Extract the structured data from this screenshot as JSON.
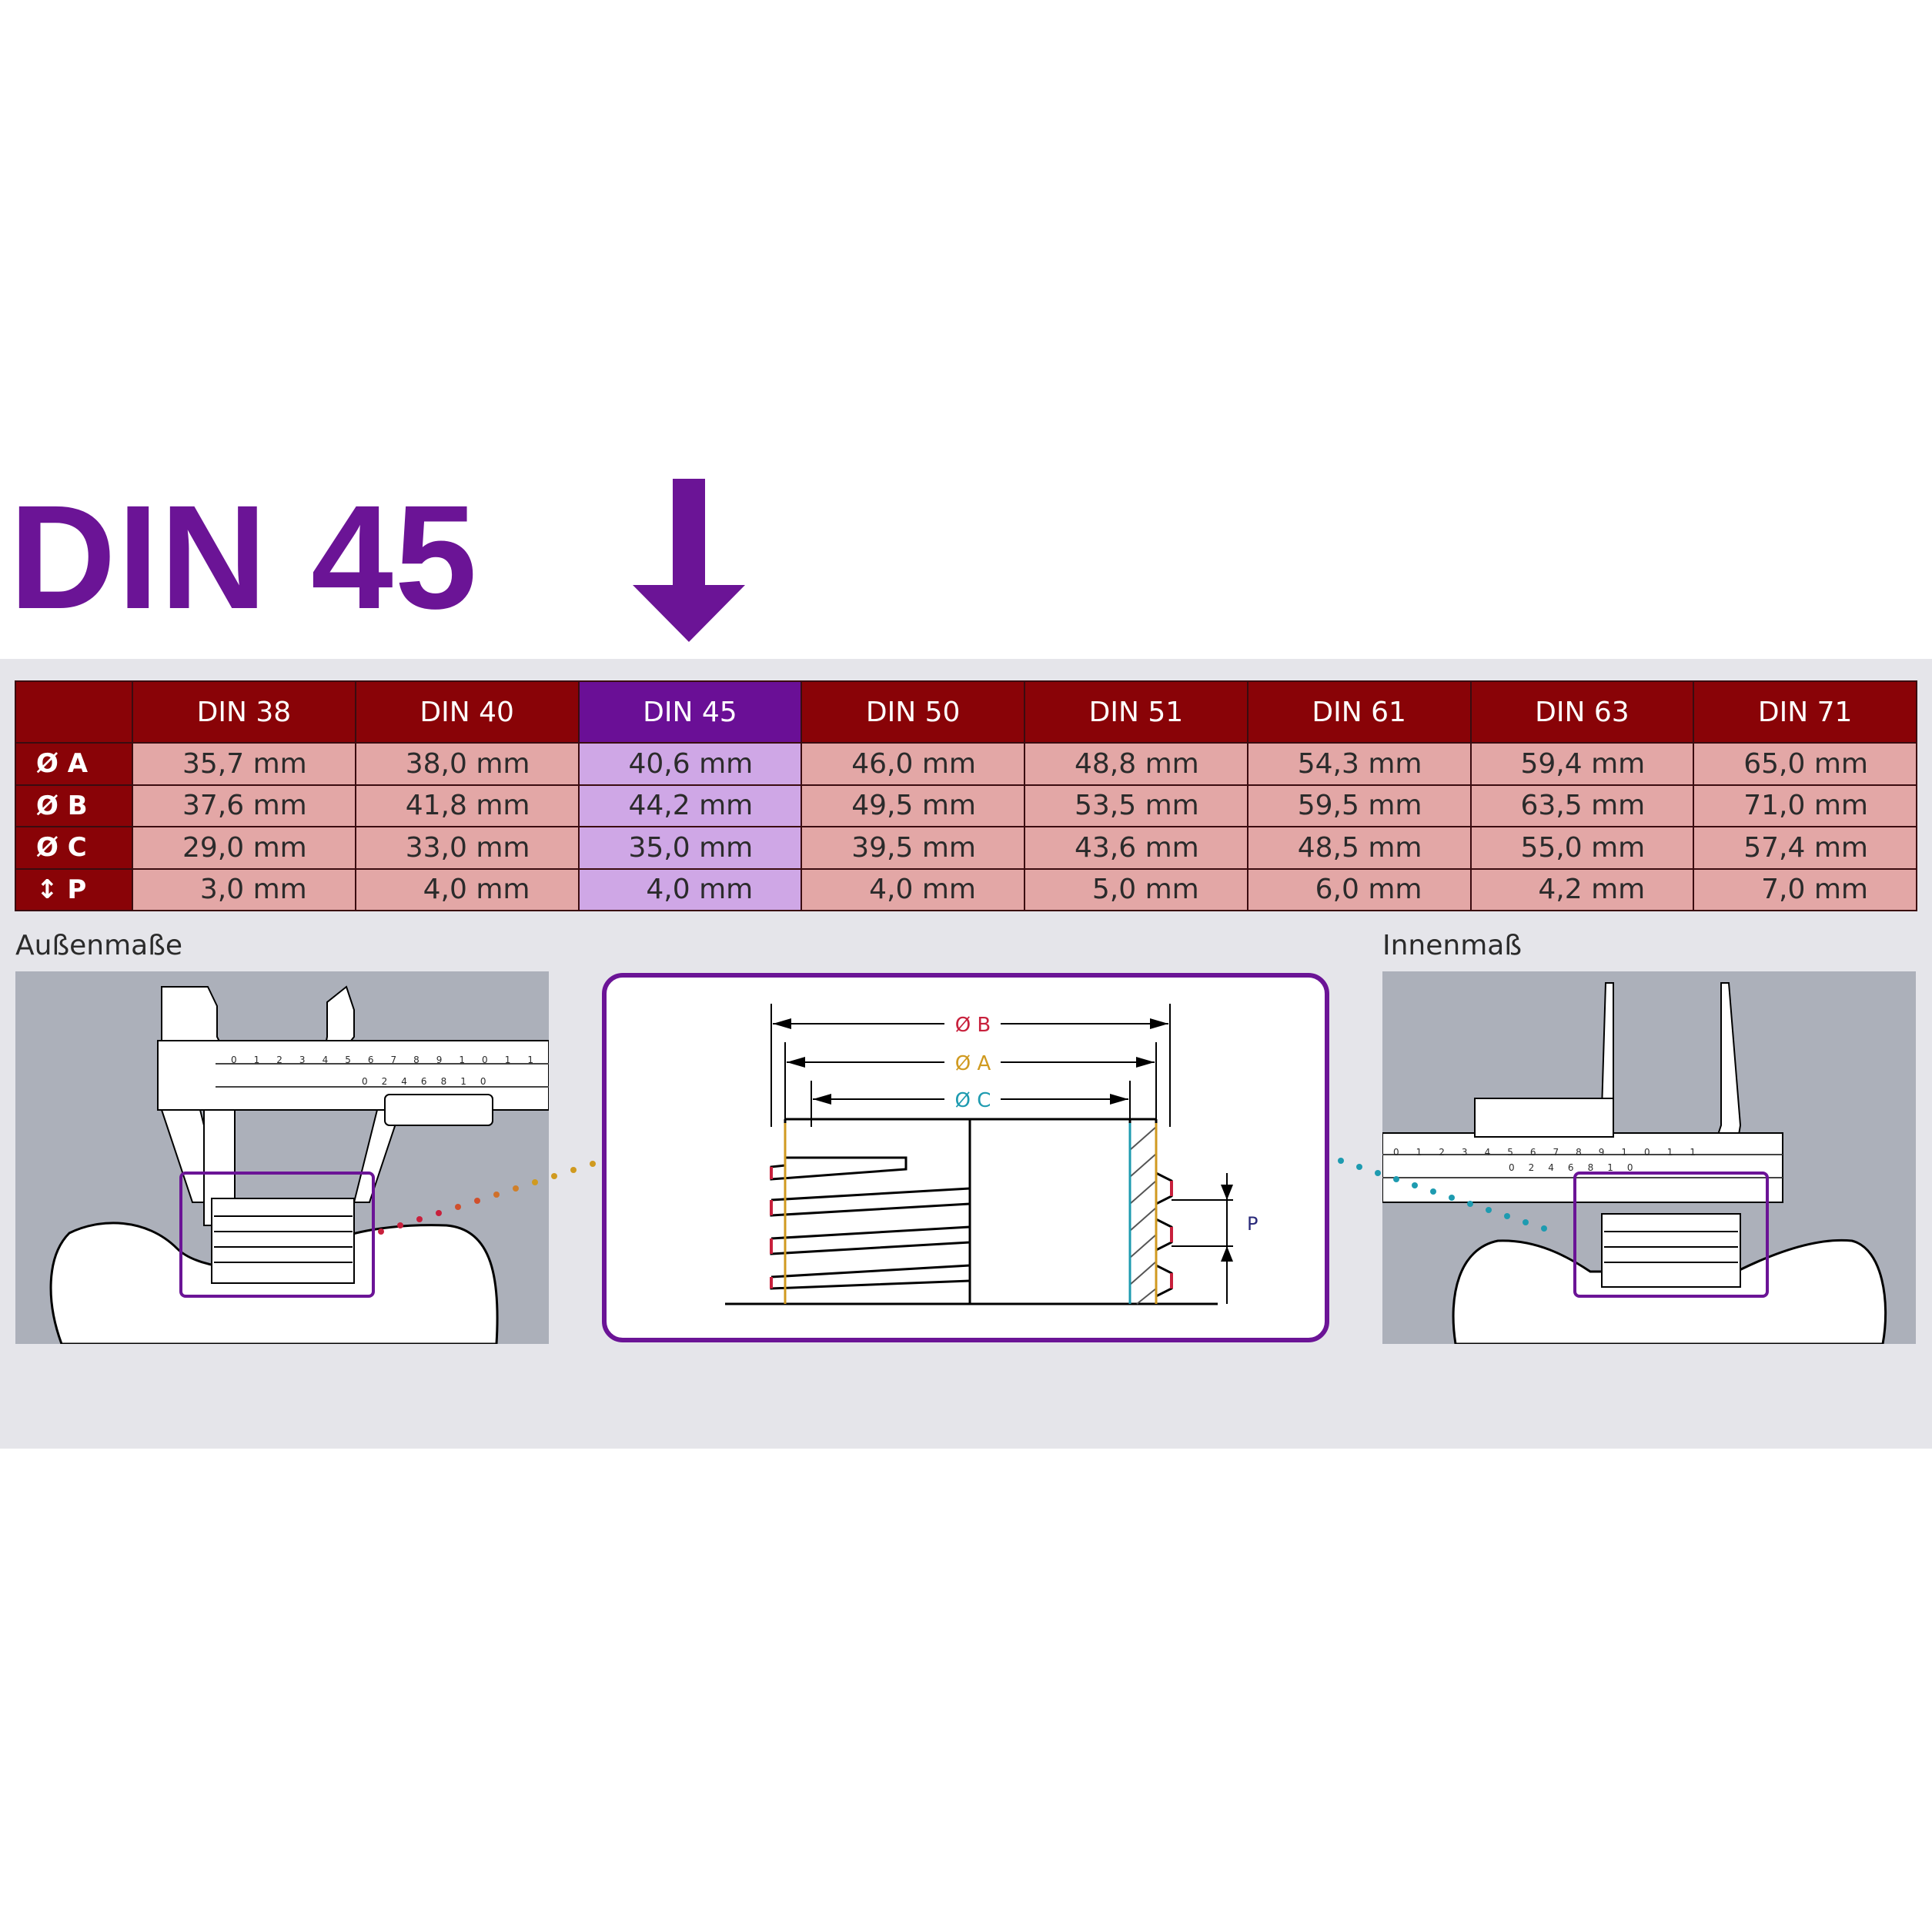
{
  "title": "DIN 45",
  "colors": {
    "accent_purple": "#6b1496",
    "header_red": "#890307",
    "cell_pink": "#e3a7a6",
    "highlight_lilac": "#cfa7e6",
    "band_grey": "#e5e5ea",
    "dim_red": "#c8203c",
    "dim_gold": "#d09a20",
    "dim_teal": "#1e9bb0"
  },
  "table": {
    "columns": [
      "DIN 38",
      "DIN 40",
      "DIN 45",
      "DIN 50",
      "DIN 51",
      "DIN 61",
      "DIN 63",
      "DIN 71"
    ],
    "highlighted_column": "DIN 45",
    "rows": [
      {
        "label": "Ø A",
        "values": [
          "35,7 mm",
          "38,0 mm",
          "40,6 mm",
          "46,0 mm",
          "48,8 mm",
          "54,3 mm",
          "59,4 mm",
          "65,0 mm"
        ]
      },
      {
        "label": "Ø B",
        "values": [
          "37,6 mm",
          "41,8 mm",
          "44,2 mm",
          "49,5 mm",
          "53,5 mm",
          "59,5 mm",
          "63,5 mm",
          "71,0 mm"
        ]
      },
      {
        "label": "Ø C",
        "values": [
          "29,0 mm",
          "33,0 mm",
          "35,0 mm",
          "39,5 mm",
          "43,6 mm",
          "48,5 mm",
          "55,0 mm",
          "57,4 mm"
        ]
      },
      {
        "label": "↕ P",
        "values": [
          "3,0 mm",
          "4,0 mm",
          "4,0 mm",
          "4,0 mm",
          "5,0 mm",
          "6,0 mm",
          "4,2 mm",
          "7,0 mm"
        ]
      }
    ]
  },
  "outer": {
    "label": "Außenmaße"
  },
  "inner": {
    "label": "Innenmaß"
  },
  "diagram": {
    "dim_b": "Ø B",
    "dim_a": "Ø A",
    "dim_c": "Ø C",
    "dim_p": "P"
  },
  "outer_scale": {
    "main_ticks": [
      "0",
      "1",
      "2",
      "3",
      "4",
      "5",
      "6",
      "7",
      "8",
      "9",
      "10",
      "11"
    ],
    "vernier_ticks": [
      "0",
      "2",
      "4",
      "6",
      "8",
      "10"
    ]
  },
  "inner_scale": {
    "main_ticks": [
      "0",
      "1",
      "2",
      "3",
      "4",
      "5",
      "6",
      "7",
      "8",
      "9",
      "10",
      "11"
    ],
    "vernier_ticks": [
      "0",
      "2",
      "4",
      "6",
      "8",
      "10"
    ]
  }
}
